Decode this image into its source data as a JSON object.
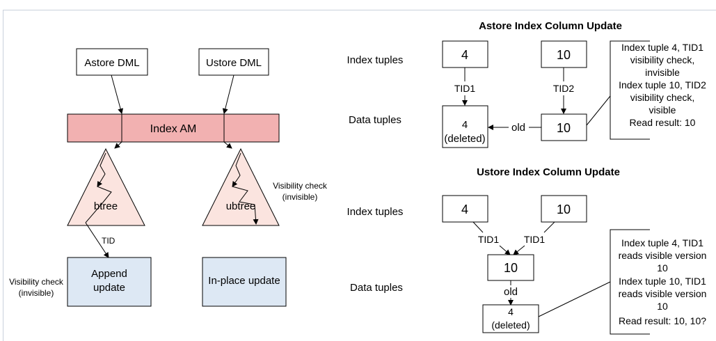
{
  "left": {
    "astore_dml": "Astore DML",
    "ustore_dml": "Ustore DML",
    "index_am": "Index AM",
    "btree": "btree",
    "ubtree": "ubtree",
    "visibility_ubtree": [
      "Visibility check",
      "(invisible)"
    ],
    "tid": "TID",
    "visibility_btree": [
      "Visibility check",
      "(invisible)"
    ],
    "append_update": [
      "Append",
      "update"
    ],
    "inplace_update": "In-place update"
  },
  "astore": {
    "title": "Astore Index Column Update",
    "index_tuples_label": "Index tuples",
    "data_tuples_label": "Data tuples",
    "idx4": "4",
    "idx10": "10",
    "tid1": "TID1",
    "tid2": "TID2",
    "deleted_val": "4",
    "deleted_tag": "(deleted)",
    "old": "old",
    "data10": "10",
    "note": [
      "Index tuple 4, TID1",
      "visibility check,",
      "invisible",
      "Index tuple 10, TID2",
      "visibility check,",
      "visible",
      "Read result: 10"
    ]
  },
  "ustore": {
    "title": "Ustore Index Column Update",
    "index_tuples_label": "Index tuples",
    "data_tuples_label": "Data tuples",
    "idx4": "4",
    "idx10": "10",
    "tid1_left": "TID1",
    "tid1_right": "TID1",
    "data10": "10",
    "old": "old",
    "deleted_val": "4",
    "deleted_tag": "(deleted)",
    "note": [
      "Index tuple 4, TID1",
      "reads visible version",
      "10",
      "Index tuple 10, TID1",
      "reads visible version",
      "10",
      "Read result: 10, 10?"
    ]
  },
  "colors": {
    "index_am_fill": "#f2b1b1",
    "triangle_fill": "#fbe4df",
    "update_box_fill": "#dde8f4",
    "frame_border": "#c9d1dc"
  }
}
